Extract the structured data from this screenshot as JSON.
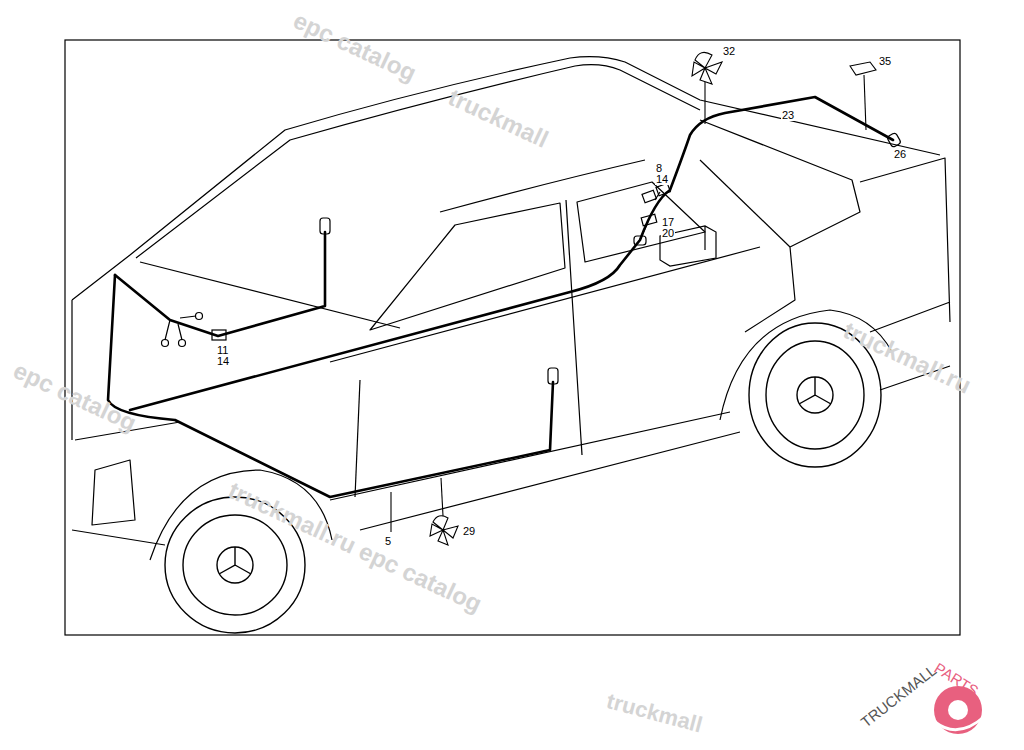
{
  "diagram": {
    "labels": [
      "32",
      "35",
      "23",
      "26",
      "8",
      "14",
      "17",
      "20",
      "11",
      "14",
      "5",
      "29",
      "epc catalog",
      "truckmall",
      "epc catalog",
      "truckmall.ru epc catalog",
      "truckmall.ru",
      "truckmall",
      "TRUCKMALL",
      "PARTS"
    ]
  }
}
